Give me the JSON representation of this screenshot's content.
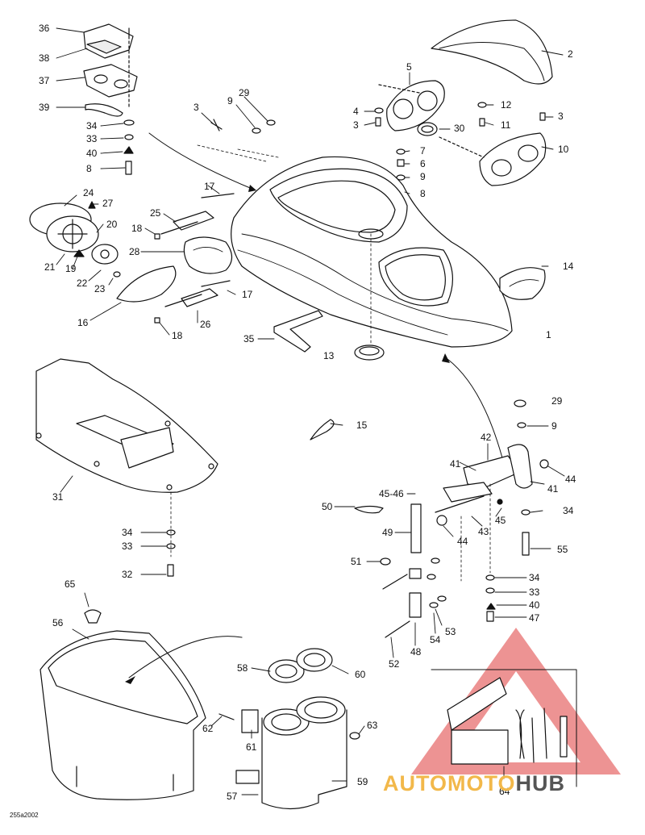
{
  "diagram": {
    "drawing_code": "255a2002",
    "callouts": [
      {
        "text": "36"
      },
      {
        "text": "38"
      },
      {
        "text": "37"
      },
      {
        "text": "39"
      },
      {
        "text": "34"
      },
      {
        "text": "33"
      },
      {
        "text": "40"
      },
      {
        "text": "8"
      },
      {
        "text": "3"
      },
      {
        "text": "9"
      },
      {
        "text": "29"
      },
      {
        "text": "5"
      },
      {
        "text": "2"
      },
      {
        "text": "4"
      },
      {
        "text": "3"
      },
      {
        "text": "12"
      },
      {
        "text": "3"
      },
      {
        "text": "11"
      },
      {
        "text": "30"
      },
      {
        "text": "7"
      },
      {
        "text": "6"
      },
      {
        "text": "9"
      },
      {
        "text": "8"
      },
      {
        "text": "10"
      },
      {
        "text": "24"
      },
      {
        "text": "27"
      },
      {
        "text": "17"
      },
      {
        "text": "25"
      },
      {
        "text": "18"
      },
      {
        "text": "20"
      },
      {
        "text": "21"
      },
      {
        "text": "19"
      },
      {
        "text": "28"
      },
      {
        "text": "22"
      },
      {
        "text": "23"
      },
      {
        "text": "17"
      },
      {
        "text": "14"
      },
      {
        "text": "16"
      },
      {
        "text": "26"
      },
      {
        "text": "18"
      },
      {
        "text": "35"
      },
      {
        "text": "13"
      },
      {
        "text": "1"
      },
      {
        "text": "29"
      },
      {
        "text": "15"
      },
      {
        "text": "9"
      },
      {
        "text": "42"
      },
      {
        "text": "41"
      },
      {
        "text": "44"
      },
      {
        "text": "41"
      },
      {
        "text": "31"
      },
      {
        "text": "45-46"
      },
      {
        "text": "50"
      },
      {
        "text": "34"
      },
      {
        "text": "45"
      },
      {
        "text": "49"
      },
      {
        "text": "44"
      },
      {
        "text": "43"
      },
      {
        "text": "34"
      },
      {
        "text": "55"
      },
      {
        "text": "33"
      },
      {
        "text": "51"
      },
      {
        "text": "32"
      },
      {
        "text": "34"
      },
      {
        "text": "33"
      },
      {
        "text": "40"
      },
      {
        "text": "47"
      },
      {
        "text": "65"
      },
      {
        "text": "53"
      },
      {
        "text": "54"
      },
      {
        "text": "56"
      },
      {
        "text": "48"
      },
      {
        "text": "52"
      },
      {
        "text": "58"
      },
      {
        "text": "60"
      },
      {
        "text": "62"
      },
      {
        "text": "63"
      },
      {
        "text": "61"
      },
      {
        "text": "59"
      },
      {
        "text": "57"
      },
      {
        "text": "64"
      }
    ]
  },
  "watermark": {
    "brand_a": "AUTOMOTO",
    "brand_b": "HUB",
    "colors": {
      "triangle": "#e05a5a",
      "text_primary": "#f2b84a",
      "text_secondary": "#555555"
    }
  }
}
